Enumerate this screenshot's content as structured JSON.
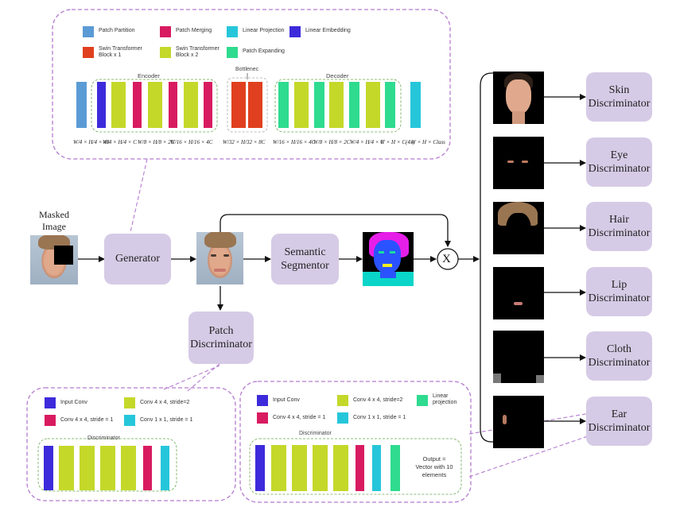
{
  "colors": {
    "patch_partition": "#5b9bd5",
    "patch_merging": "#d81b60",
    "linear_projection": "#26c6da",
    "linear_embedding": "#3d2bdb",
    "swin_block_x1": "#e0401f",
    "swin_block_x2": "#c4d82a",
    "patch_expanding": "#2edb8f",
    "node_fill": "#d6cbe6",
    "dashed_border": "#b57bcf"
  },
  "generator_detail": {
    "legend": [
      {
        "key": "patch_partition",
        "label": "Patch Partition"
      },
      {
        "key": "patch_merging",
        "label": "Patch Merging"
      },
      {
        "key": "linear_projection",
        "label": "Linear Projection"
      },
      {
        "key": "linear_embedding",
        "label": "Linear Embedding"
      },
      {
        "key": "swin_block_x1",
        "label": "Swin Transformer Block x 1"
      },
      {
        "key": "swin_block_x2",
        "label": "Swin Transformer Block x 2"
      },
      {
        "key": "patch_expanding",
        "label": "Patch Expanding"
      }
    ],
    "encoder_label": "Encoder",
    "bottleneck_label": "Bottlenec",
    "decoder_label": "Decoder",
    "dims": [
      "W/4 × H/4 × 48",
      "W/4 × H/4 × C",
      "W/8 × H/8 × 2C",
      "W/16 × H/16 × 4C",
      "W/32 × H/32 × 8C",
      "W/16 × H/16 × 4C",
      "W/8 × H/8 × 2C",
      "W/4 × H/4 × C",
      "W × H × C(4x)",
      "W × H × Class"
    ]
  },
  "pipeline": {
    "masked_image_label": "Masked Image",
    "generator": "Generator",
    "semantic_segmentor": "Semantic Segmentor",
    "patch_discriminator": "Patch Discriminator",
    "multiply_symbol": "X",
    "discriminators": [
      "Skin Discriminator",
      "Eye Discriminator",
      "Hair Discriminator",
      "Lip Discriminator",
      "Cloth Discriminator",
      "Ear Discriminator"
    ]
  },
  "patch_disc_detail": {
    "legend": [
      {
        "key": "linear_embedding",
        "label": "Input Conv"
      },
      {
        "key": "swin_block_x2",
        "label": "Conv 4 x 4, stride=2"
      },
      {
        "key": "patch_merging",
        "label": "Conv 4 x 4, stride = 1"
      },
      {
        "key": "linear_projection",
        "label": "Conv 1 x 1, stride = 1"
      }
    ],
    "title": "Discriminator"
  },
  "part_disc_detail": {
    "legend": [
      {
        "key": "linear_embedding",
        "label": "Input Conv"
      },
      {
        "key": "swin_block_x2",
        "label": "Conv 4 x 4, stride=2"
      },
      {
        "key": "patch_expanding",
        "label": "Linear projection"
      },
      {
        "key": "patch_merging",
        "label": "Conv 4 x 4, stride = 1"
      },
      {
        "key": "linear_projection",
        "label": "Conv 1 x 1, stride = 1"
      }
    ],
    "title": "Discriminator",
    "output_text": "Output = Vector with 10 elements"
  }
}
